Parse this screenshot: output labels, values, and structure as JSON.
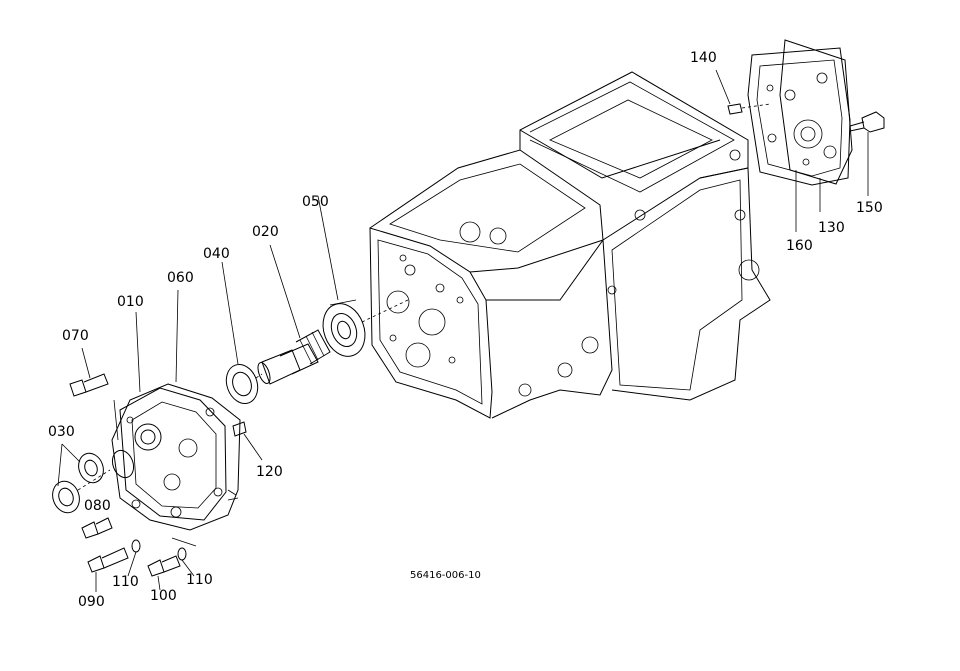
{
  "labels": {
    "p010": "010",
    "p020": "020",
    "p030": "030",
    "p040": "040",
    "p050": "050",
    "p060": "060",
    "p070": "070",
    "p080": "080",
    "p090": "090",
    "p100": "100",
    "p110a": "110",
    "p110b": "110",
    "p120": "120",
    "p130": "130",
    "p140": "140",
    "p150": "150",
    "p160": "160"
  },
  "drawing_code": "56416-006-10"
}
